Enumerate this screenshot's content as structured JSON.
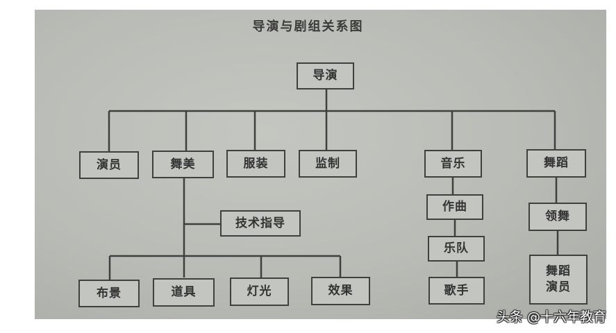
{
  "title": "导演与剧组关系图",
  "watermark": "头条 @十六年教育",
  "colors": {
    "background": "#b9bbb6",
    "line": "#3f3f3f",
    "text": "#333333"
  },
  "nodes": {
    "director": "导演",
    "actors": "演员",
    "stage_art": "舞美",
    "costume": "服装",
    "supervision": "监制",
    "music": "音乐",
    "dance": "舞蹈",
    "tech_guidance": "技术指导",
    "scenery": "布景",
    "props": "道具",
    "lighting": "灯光",
    "effects": "效果",
    "composer": "作曲",
    "band": "乐队",
    "singer": "歌手",
    "lead_dancer": "领舞",
    "dancers": "舞蹈演员"
  },
  "hierarchy": {
    "导演": [
      "演员",
      "舞美",
      "服装",
      "监制",
      "音乐",
      "舞蹈"
    ],
    "舞美": [
      "技术指导",
      "布景",
      "道具",
      "灯光",
      "效果"
    ],
    "音乐": [
      "作曲"
    ],
    "作曲": [
      "乐队"
    ],
    "乐队": [
      "歌手"
    ],
    "舞蹈": [
      "领舞"
    ],
    "领舞": [
      "舞蹈演员"
    ]
  }
}
